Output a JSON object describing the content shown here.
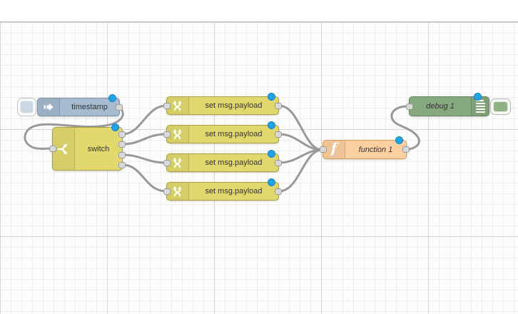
{
  "app": {
    "title": "Node-RED flow editor"
  },
  "colors": {
    "inject": "#a6bbcf",
    "switch_change": "#e2d96e",
    "function": "#fdd0a2",
    "debug": "#87a980",
    "wire": "#999999",
    "changed_indicator": "#23a3e2"
  },
  "flow": {
    "nodes": [
      {
        "id": "inject1",
        "type": "inject",
        "label": "timestamp",
        "icon": "inject-arrow-icon",
        "changed": true
      },
      {
        "id": "switch1",
        "type": "switch",
        "label": "switch",
        "icon": "switch-branch-icon",
        "changed": true,
        "outputs": 4
      },
      {
        "id": "change1",
        "type": "change",
        "label": "set msg.payload",
        "icon": "shuffle-icon",
        "changed": true
      },
      {
        "id": "change2",
        "type": "change",
        "label": "set msg.payload",
        "icon": "shuffle-icon",
        "changed": true
      },
      {
        "id": "change3",
        "type": "change",
        "label": "set msg.payload",
        "icon": "shuffle-icon",
        "changed": true
      },
      {
        "id": "change4",
        "type": "change",
        "label": "set msg.payload",
        "icon": "shuffle-icon",
        "changed": true
      },
      {
        "id": "function1",
        "type": "function",
        "label": "function 1",
        "icon_glyph": "f",
        "changed": true
      },
      {
        "id": "debug1",
        "type": "debug",
        "label": "debug 1",
        "icon": "debug-list-icon",
        "changed": true,
        "button_enabled": true
      }
    ],
    "connections": [
      {
        "from": "timestamp",
        "to": "switch"
      },
      {
        "from": "switch output 1",
        "to": "set msg.payload 1"
      },
      {
        "from": "switch output 2",
        "to": "set msg.payload 2"
      },
      {
        "from": "switch output 3",
        "to": "set msg.payload 3"
      },
      {
        "from": "switch output 4",
        "to": "set msg.payload 4"
      },
      {
        "from": "set msg.payload 1",
        "to": "function 1"
      },
      {
        "from": "set msg.payload 2",
        "to": "function 1"
      },
      {
        "from": "set msg.payload 3",
        "to": "function 1"
      },
      {
        "from": "set msg.payload 4",
        "to": "function 1"
      },
      {
        "from": "function 1",
        "to": "debug 1"
      }
    ]
  }
}
